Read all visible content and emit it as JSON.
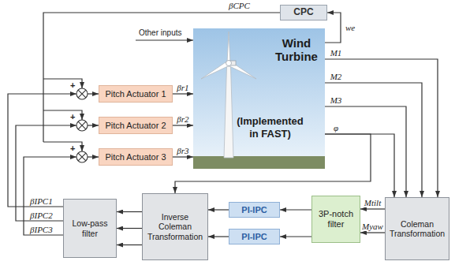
{
  "diagram": {
    "nodes": [
      {
        "text": [
          "CPC"
        ]
      },
      {
        "text": [
          "Pitch Actuator 1"
        ]
      },
      {
        "text": [
          "Pitch Actuator 2"
        ]
      },
      {
        "text": [
          "Pitch Actuator 3"
        ]
      },
      {
        "text": [
          "Wind Turbine",
          "(Implemented in FAST)"
        ]
      },
      {
        "text": [
          "Coleman Transformation"
        ]
      },
      {
        "text": [
          "3P-notch filter"
        ]
      },
      {
        "text": [
          "PI-IPC"
        ]
      },
      {
        "text": [
          "PI-IPC"
        ]
      },
      {
        "text": [
          "Inverse Coleman Transformation"
        ]
      },
      {
        "text": [
          "Low-pass filter"
        ]
      }
    ],
    "edges": [
      {
        "from": 1,
        "to": 4,
        "arrow": "to",
        "label": "βr1"
      },
      {
        "from": 2,
        "to": 4,
        "arrow": "to",
        "label": "βr2"
      },
      {
        "from": 3,
        "to": 4,
        "arrow": "to",
        "label": "βr3"
      },
      {
        "from": 4,
        "to": 0,
        "arrow": "to",
        "label": "we"
      },
      {
        "from": 4,
        "to": 5,
        "arrow": "to",
        "label": "M1"
      },
      {
        "from": 4,
        "to": 5,
        "arrow": "to",
        "label": "M2"
      },
      {
        "from": 4,
        "to": 5,
        "arrow": "to",
        "label": "M3"
      },
      {
        "from": 4,
        "to": 5,
        "arrow": "to",
        "label": "φ"
      },
      {
        "from": 4,
        "to": 9,
        "arrow": "to"
      },
      {
        "from": 5,
        "to": 6,
        "arrow": "to",
        "label": "Mtilt"
      },
      {
        "from": 5,
        "to": 6,
        "arrow": "to",
        "label": "Myaw"
      },
      {
        "from": 6,
        "to": 7,
        "arrow": "to"
      },
      {
        "from": 6,
        "to": 8,
        "arrow": "to"
      },
      {
        "from": 7,
        "to": 9,
        "arrow": "to"
      },
      {
        "from": 8,
        "to": 9,
        "arrow": "to"
      },
      {
        "from": 9,
        "to": 10,
        "arrow": "to"
      },
      {
        "from": 9,
        "to": 10,
        "arrow": "to"
      },
      {
        "from": 9,
        "to": 10,
        "arrow": "to"
      }
    ],
    "labels": [
      "βCPC",
      "+",
      "+",
      "+",
      "Other inputs",
      "βIPC1",
      "βIPC2",
      "βIPC3"
    ]
  }
}
